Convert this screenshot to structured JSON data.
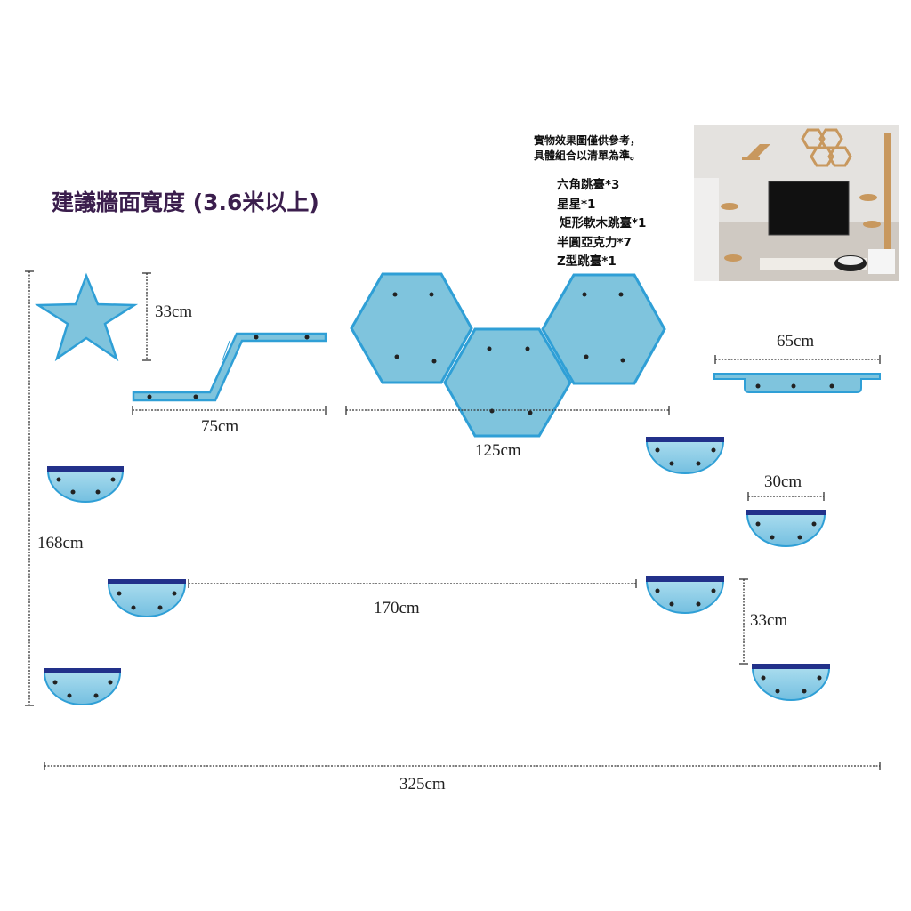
{
  "title": "建議牆面寬度 (3.6米以上)",
  "note": [
    "實物效果圖僅供參考，",
    "具體組合以清單為準。"
  ],
  "parts": [
    "六角跳臺*3",
    "星星*1",
    "矩形軟木跳臺*1",
    "半圓亞克力*7",
    "Z型跳臺*1"
  ],
  "dimensions": {
    "star_height": "33cm",
    "z_width": "75cm",
    "hex_width": "125cm",
    "rect_width": "65cm",
    "semi_width": "30cm",
    "total_height": "168cm",
    "spacing": "170cm",
    "semi_spacing": "33cm",
    "total_width": "325cm"
  },
  "colors": {
    "fill": "#7fc4dd",
    "stroke": "#2f9fd6",
    "bar": "#22318a",
    "title": "#3b1e4d"
  }
}
